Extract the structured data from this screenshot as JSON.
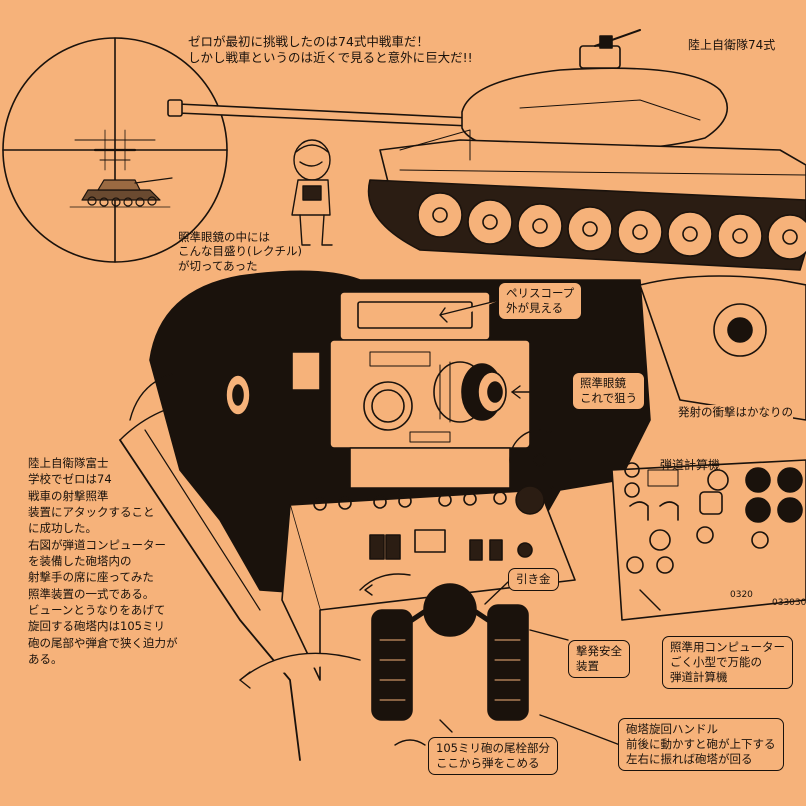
{
  "headline": "ゼロが最初に挑戦したのは74式中戦車だ！\nしかし戦車というのは近くで見ると意外に巨大だ!!",
  "corner_title": "陸上自衛隊74式",
  "reticle_caption": "照準眼鏡の中には\nこんな目盛り(レクチル)\nが切ってあった",
  "left_description": "陸上自衛隊富士\n学校でゼロは74\n戦車の射撃照準\n装置にアタックすること\nに成功した。\n右図が弾道コンピューター\nを装備した砲塔内の\n射撃手の席に座ってみた\n照準装置の一式である。\nビューンとうなりをあげて\n旋回する砲塔内は105ミリ\n砲の尾部や弾倉で狭く迫力が\nある。",
  "callouts": {
    "periscope": "ペリスコープ\n外が見える",
    "sight": "照準眼鏡\nこれで狙う",
    "recoil": "発射の衝撃はかなりの",
    "trigger": "引き金",
    "safety": "撃発安全\n装置",
    "computer": "照準用コンピューター\nごく小型で万能の\n弾道計算機",
    "breech": "105ミリ砲の尾栓部分\nここから弾をこめる",
    "handle": "砲塔旋回ハンドル\n前後に動かすと砲が上下する\n左右に振れば砲塔が回る"
  },
  "computer_panel_title": "弾道計算機",
  "panel_codes": [
    "0320",
    "033030"
  ]
}
